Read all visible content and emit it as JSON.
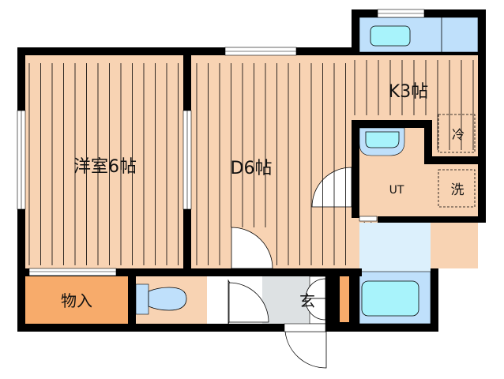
{
  "rooms": {
    "western_room": "洋室6帖",
    "dining": "D6帖",
    "kitchen": "K3帖",
    "utility": "UT",
    "storage": "物入",
    "entrance": "玄"
  },
  "fixtures": {
    "fridge": "冷",
    "washer": "洗"
  },
  "colors": {
    "floor": "#f8d3b3",
    "storage": "#f7ab6b",
    "entrance": "#dde1e3",
    "bath": "#bfe0fb",
    "corridor": "#dcf0fc",
    "tub": "#a8f3fb",
    "wall": "#000000"
  }
}
